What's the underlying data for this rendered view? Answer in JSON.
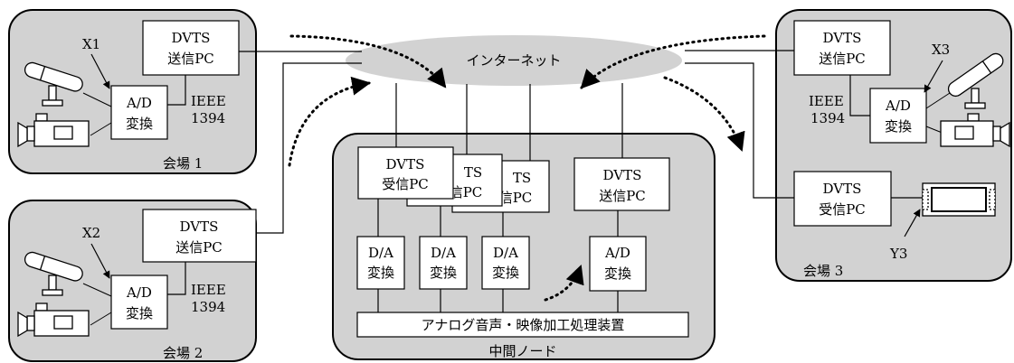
{
  "network": {
    "label": "インターネット"
  },
  "venues": {
    "venue1": {
      "label": "会場 1",
      "sender_line1": "DVTS",
      "sender_line2": "送信PC",
      "ad_line1": "A/D",
      "ad_line2": "変換",
      "ieee_line1": "IEEE",
      "ieee_line2": "1394",
      "callout": "X1"
    },
    "venue2": {
      "label": "会場 2",
      "sender_line1": "DVTS",
      "sender_line2": "送信PC",
      "ad_line1": "A/D",
      "ad_line2": "変換",
      "ieee_line1": "IEEE",
      "ieee_line2": "1394",
      "callout": "X2"
    },
    "venue3": {
      "label": "会場 3",
      "sender_line1": "DVTS",
      "sender_line2": "送信PC",
      "ad_line1": "A/D",
      "ad_line2": "変換",
      "ieee_line1": "IEEE",
      "ieee_line2": "1394",
      "callout": "X3",
      "receiver_line1": "DVTS",
      "receiver_line2": "受信PC",
      "monitor_callout": "Y3"
    }
  },
  "middle_node": {
    "label": "中間ノード",
    "receiver_line1": "DVTS",
    "receiver_line2": "受信PC",
    "receiver_partial_a_line1": "TS",
    "receiver_partial_a_line2": "信PC",
    "receiver_partial_b_line1": "TS",
    "receiver_partial_b_line2": "信PC",
    "sender_line1": "DVTS",
    "sender_line2": "送信PC",
    "da_line1": "D/A",
    "da_line2": "変換",
    "ad_line1": "A/D",
    "ad_line2": "変換",
    "processor": "アナログ音声・映像加工処理装置"
  }
}
